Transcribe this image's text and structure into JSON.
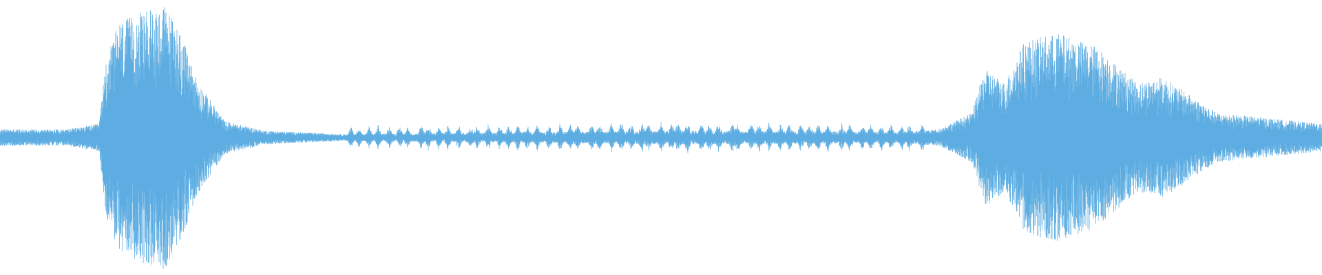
{
  "waveform": {
    "color": "#5dade2",
    "centerline_fraction": 0.5,
    "envelope_keyframes": [
      [
        0.0,
        0.03
      ],
      [
        0.05,
        0.03
      ],
      [
        0.075,
        0.05
      ],
      [
        0.08,
        0.28
      ],
      [
        0.09,
        0.42
      ],
      [
        0.11,
        0.46
      ],
      [
        0.125,
        0.48
      ],
      [
        0.135,
        0.4
      ],
      [
        0.15,
        0.2
      ],
      [
        0.17,
        0.06
      ],
      [
        0.2,
        0.025
      ],
      [
        0.26,
        0.012
      ],
      [
        0.42,
        0.02
      ],
      [
        0.52,
        0.025
      ],
      [
        0.68,
        0.02
      ],
      [
        0.71,
        0.03
      ],
      [
        0.735,
        0.09
      ],
      [
        0.745,
        0.25
      ],
      [
        0.76,
        0.2
      ],
      [
        0.775,
        0.35
      ],
      [
        0.8,
        0.38
      ],
      [
        0.83,
        0.33
      ],
      [
        0.86,
        0.2
      ],
      [
        0.88,
        0.22
      ],
      [
        0.92,
        0.09
      ],
      [
        1.0,
        0.05
      ]
    ],
    "blip_region": [
      0.26,
      0.7
    ],
    "blip_count": 58,
    "blip_max": 0.035
  }
}
